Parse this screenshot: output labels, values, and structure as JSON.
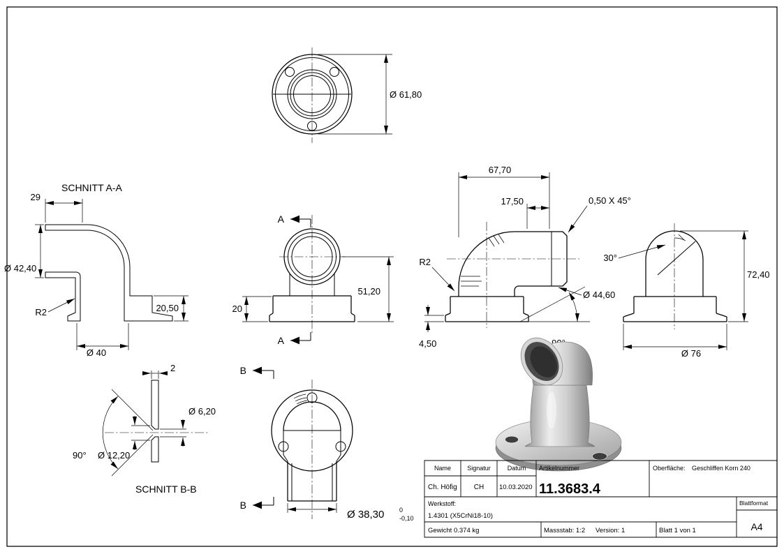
{
  "drawing": {
    "top_view": {
      "dim_d6180": "Ø 61,80"
    },
    "schnitt_aa": {
      "title": "SCHNITT A-A",
      "dim_29": "29",
      "dim_d4240": "Ø 42,40",
      "dim_r2": "R2",
      "dim_2050": "20,50",
      "dim_d40": "Ø 40"
    },
    "front_view": {
      "cut_label": "A",
      "dim_20": "20",
      "dim_5120": "51,20"
    },
    "side_view": {
      "dim_6770": "67,70",
      "dim_1750": "17,50",
      "chamfer": "0,50 X 45°",
      "dim_r2": "R2",
      "dim_450": "4,50",
      "angle_90": "90°",
      "dim_d4460": "Ø 44,60"
    },
    "end_view": {
      "angle_30": "30°",
      "dim_7240": "72,40",
      "dim_d76": "Ø 76"
    },
    "schnitt_bb": {
      "title": "SCHNITT B-B",
      "dim_2": "2",
      "dim_d620": "Ø 6,20",
      "angle_90": "90°",
      "dim_d1220": "Ø 12,20"
    },
    "bottom_view": {
      "cut_label": "B",
      "dim_d3830": "Ø 38,30",
      "tol_upper": "0",
      "tol_lower": "-0,10"
    }
  },
  "title_block": {
    "name_label": "Name",
    "signatur_label": "Signatur",
    "datum_label": "Datum",
    "artikelnummer_label": "Artikelnummer",
    "oberflaeche_label": "Oberfläche:",
    "oberflaeche_value": "Geschliffen Korn 240",
    "name_value": "Ch. Höfig",
    "signatur_value": "CH",
    "datum_value": "10.03.2020",
    "artikelnummer_value": "11.3683.4",
    "werkstoff_label": "Werkstoff:",
    "werkstoff_value": "1.4301 (X5CrNi18-10)",
    "blattformat_label": "Blattformat",
    "blattformat_value": "A4",
    "gewicht": "Gewicht 0.374 kg",
    "massstab": "Massstab: 1:2",
    "version": "Version: 1",
    "blatt": "Blatt 1 von 1"
  }
}
